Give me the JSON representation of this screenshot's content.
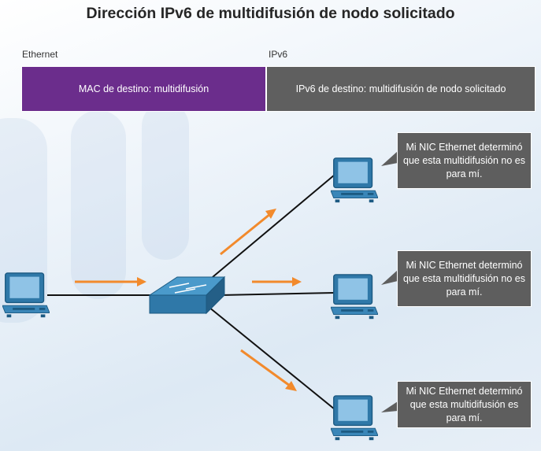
{
  "title": "Dirección IPv6 de multidifusión de nodo solicitado",
  "frame": {
    "ethernet_label": "Ethernet",
    "ipv6_label": "IPv6",
    "mac_segment": "MAC de destino: multidifusión",
    "ipv6_segment": "IPv6 de destino: multidifusión de nodo solicitado"
  },
  "callouts": [
    "Mi NIC Ethernet determinó que esta multidifusión no es para mí.",
    "Mi NIC Ethernet determinó que esta multidifusión no es para mí.",
    "Mi NIC Ethernet determinó que esta multidifusión es para mí."
  ],
  "colors": {
    "mac_segment": "#6b2d8c",
    "ipv6_segment": "#5f5f5f",
    "arrow": "#f28a2c",
    "device_blue": "#2f78a8",
    "callout": "#5e5e5e"
  },
  "icons": [
    "pc-icon",
    "switch-icon",
    "arrow-icon"
  ]
}
